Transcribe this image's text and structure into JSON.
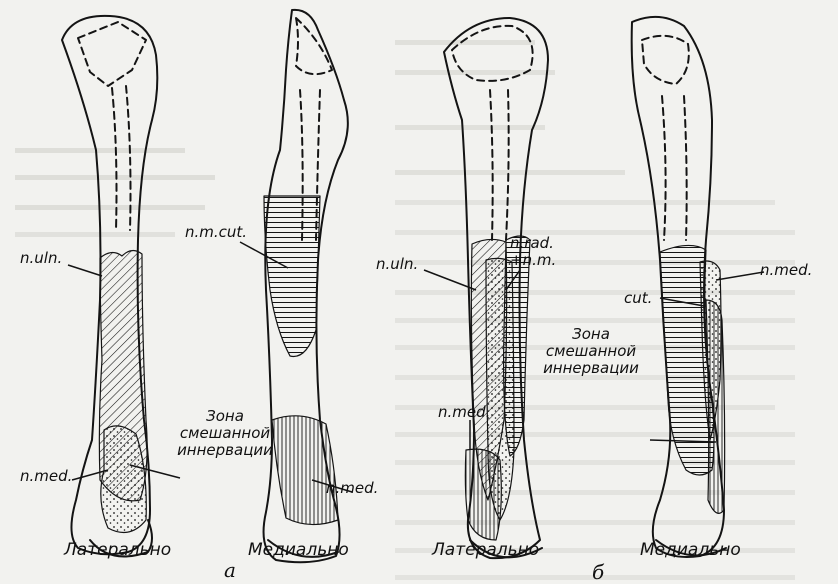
{
  "labels": {
    "a_n_uln": "n.uln.",
    "a_n_m_cut": "n.m.cut.",
    "a_zone_line1": "Зона",
    "a_zone_line2": "смешанной",
    "a_zone_line3": "иннервации",
    "a_n_med_left": "n.med.",
    "a_n_med_right": "n.med.",
    "b_n_uln": "n.uln.",
    "b_n_rad_line1": "n.rad.",
    "b_n_rad_line2": "+n.m.",
    "b_cut": "cut.",
    "b_n_med_right": "n.med.",
    "b_zone_line1": "Зона",
    "b_zone_line2": "смешанной",
    "b_zone_line3": "иннервации",
    "b_n_med_left": "n.med."
  },
  "captions": {
    "a_lateral": "Латерально",
    "a_medial": "Медиально",
    "b_lateral": "Латерально",
    "b_medial": "Медиально"
  },
  "panel_letters": {
    "a": "а",
    "b": "б"
  },
  "colors": {
    "ink": "#141414",
    "paper": "#f2f2ef"
  }
}
